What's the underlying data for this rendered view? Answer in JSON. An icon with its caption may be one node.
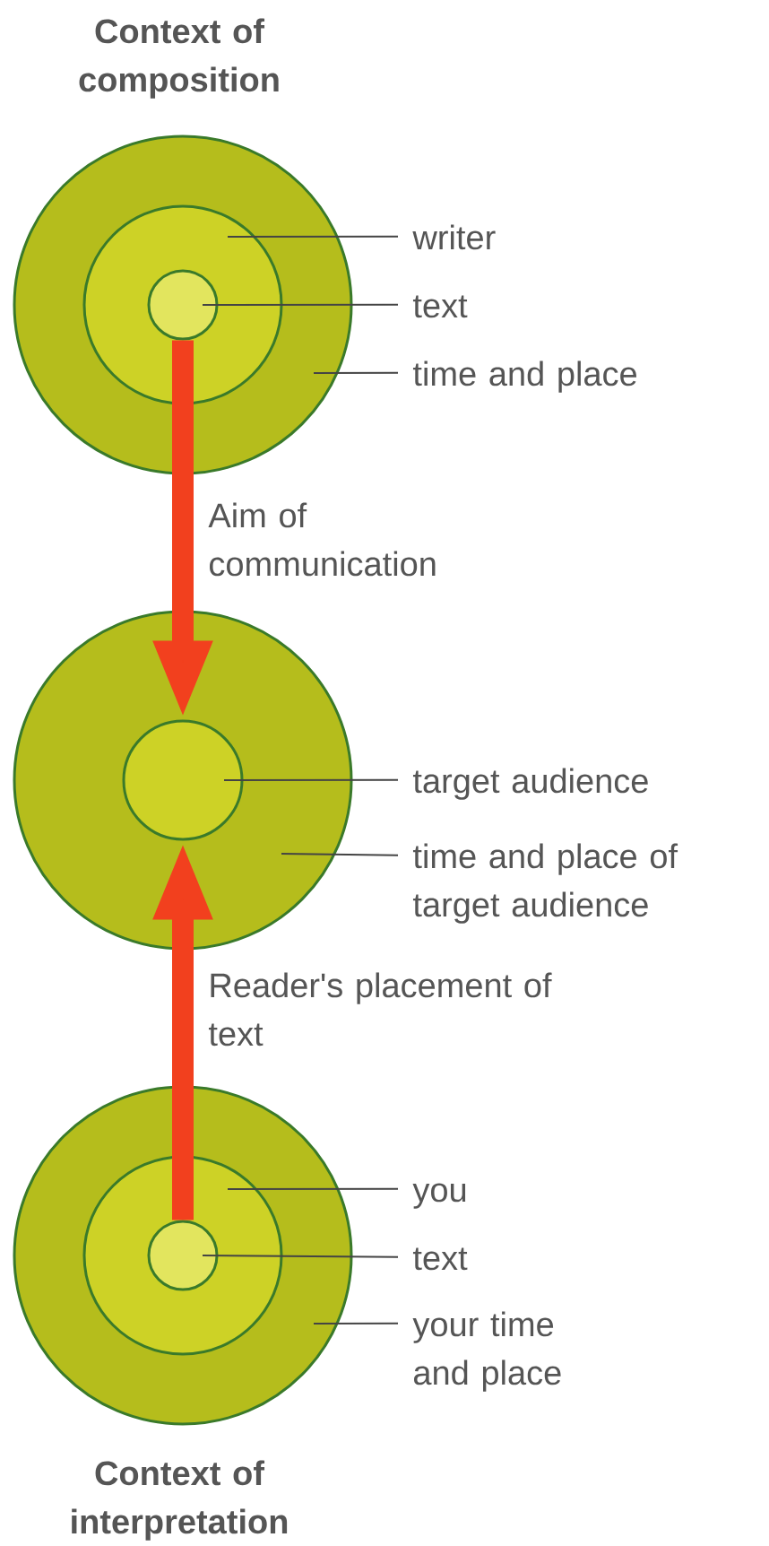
{
  "diagram": {
    "nodes": [
      {
        "text": [],
        "shape": "circle"
      },
      {
        "text": [],
        "shape": "circle",
        "in": 0
      },
      {
        "text": [],
        "shape": "circle",
        "in": 1
      },
      {
        "text": [
          "writer"
        ]
      },
      {
        "text": [
          "text"
        ]
      },
      {
        "text": [
          "time and place"
        ]
      },
      {
        "text": [],
        "shape": "circle"
      },
      {
        "text": [],
        "shape": "circle",
        "in": 6
      },
      {
        "text": [
          "target audience"
        ]
      },
      {
        "text": [
          "time and place of target audience"
        ]
      },
      {
        "text": [],
        "shape": "circle"
      },
      {
        "text": [],
        "shape": "circle",
        "in": 10
      },
      {
        "text": [],
        "shape": "circle",
        "in": 11
      },
      {
        "text": [
          "you"
        ]
      },
      {
        "text": [
          "text"
        ]
      },
      {
        "text": [
          "your time and place"
        ]
      }
    ],
    "edges": [
      {
        "from": 3,
        "to": 1,
        "arrow": "none"
      },
      {
        "from": 4,
        "to": 2,
        "arrow": "none"
      },
      {
        "from": 5,
        "to": 0,
        "arrow": "none"
      },
      {
        "from": 2,
        "to": 7,
        "arrow": "to",
        "label": "Aim of communication",
        "style": "thick",
        "color": "#f2401e"
      },
      {
        "from": 8,
        "to": 7,
        "arrow": "none"
      },
      {
        "from": 9,
        "to": 6,
        "arrow": "none"
      },
      {
        "from": 12,
        "to": 7,
        "arrow": "to",
        "label": "Reader's placement of text",
        "style": "thick",
        "color": "#f2401e"
      },
      {
        "from": 13,
        "to": 11,
        "arrow": "none"
      },
      {
        "from": 14,
        "to": 12,
        "arrow": "none"
      },
      {
        "from": 15,
        "to": 10,
        "arrow": "none"
      }
    ],
    "labels": [
      "Context of composition",
      "Context of interpretation"
    ]
  }
}
